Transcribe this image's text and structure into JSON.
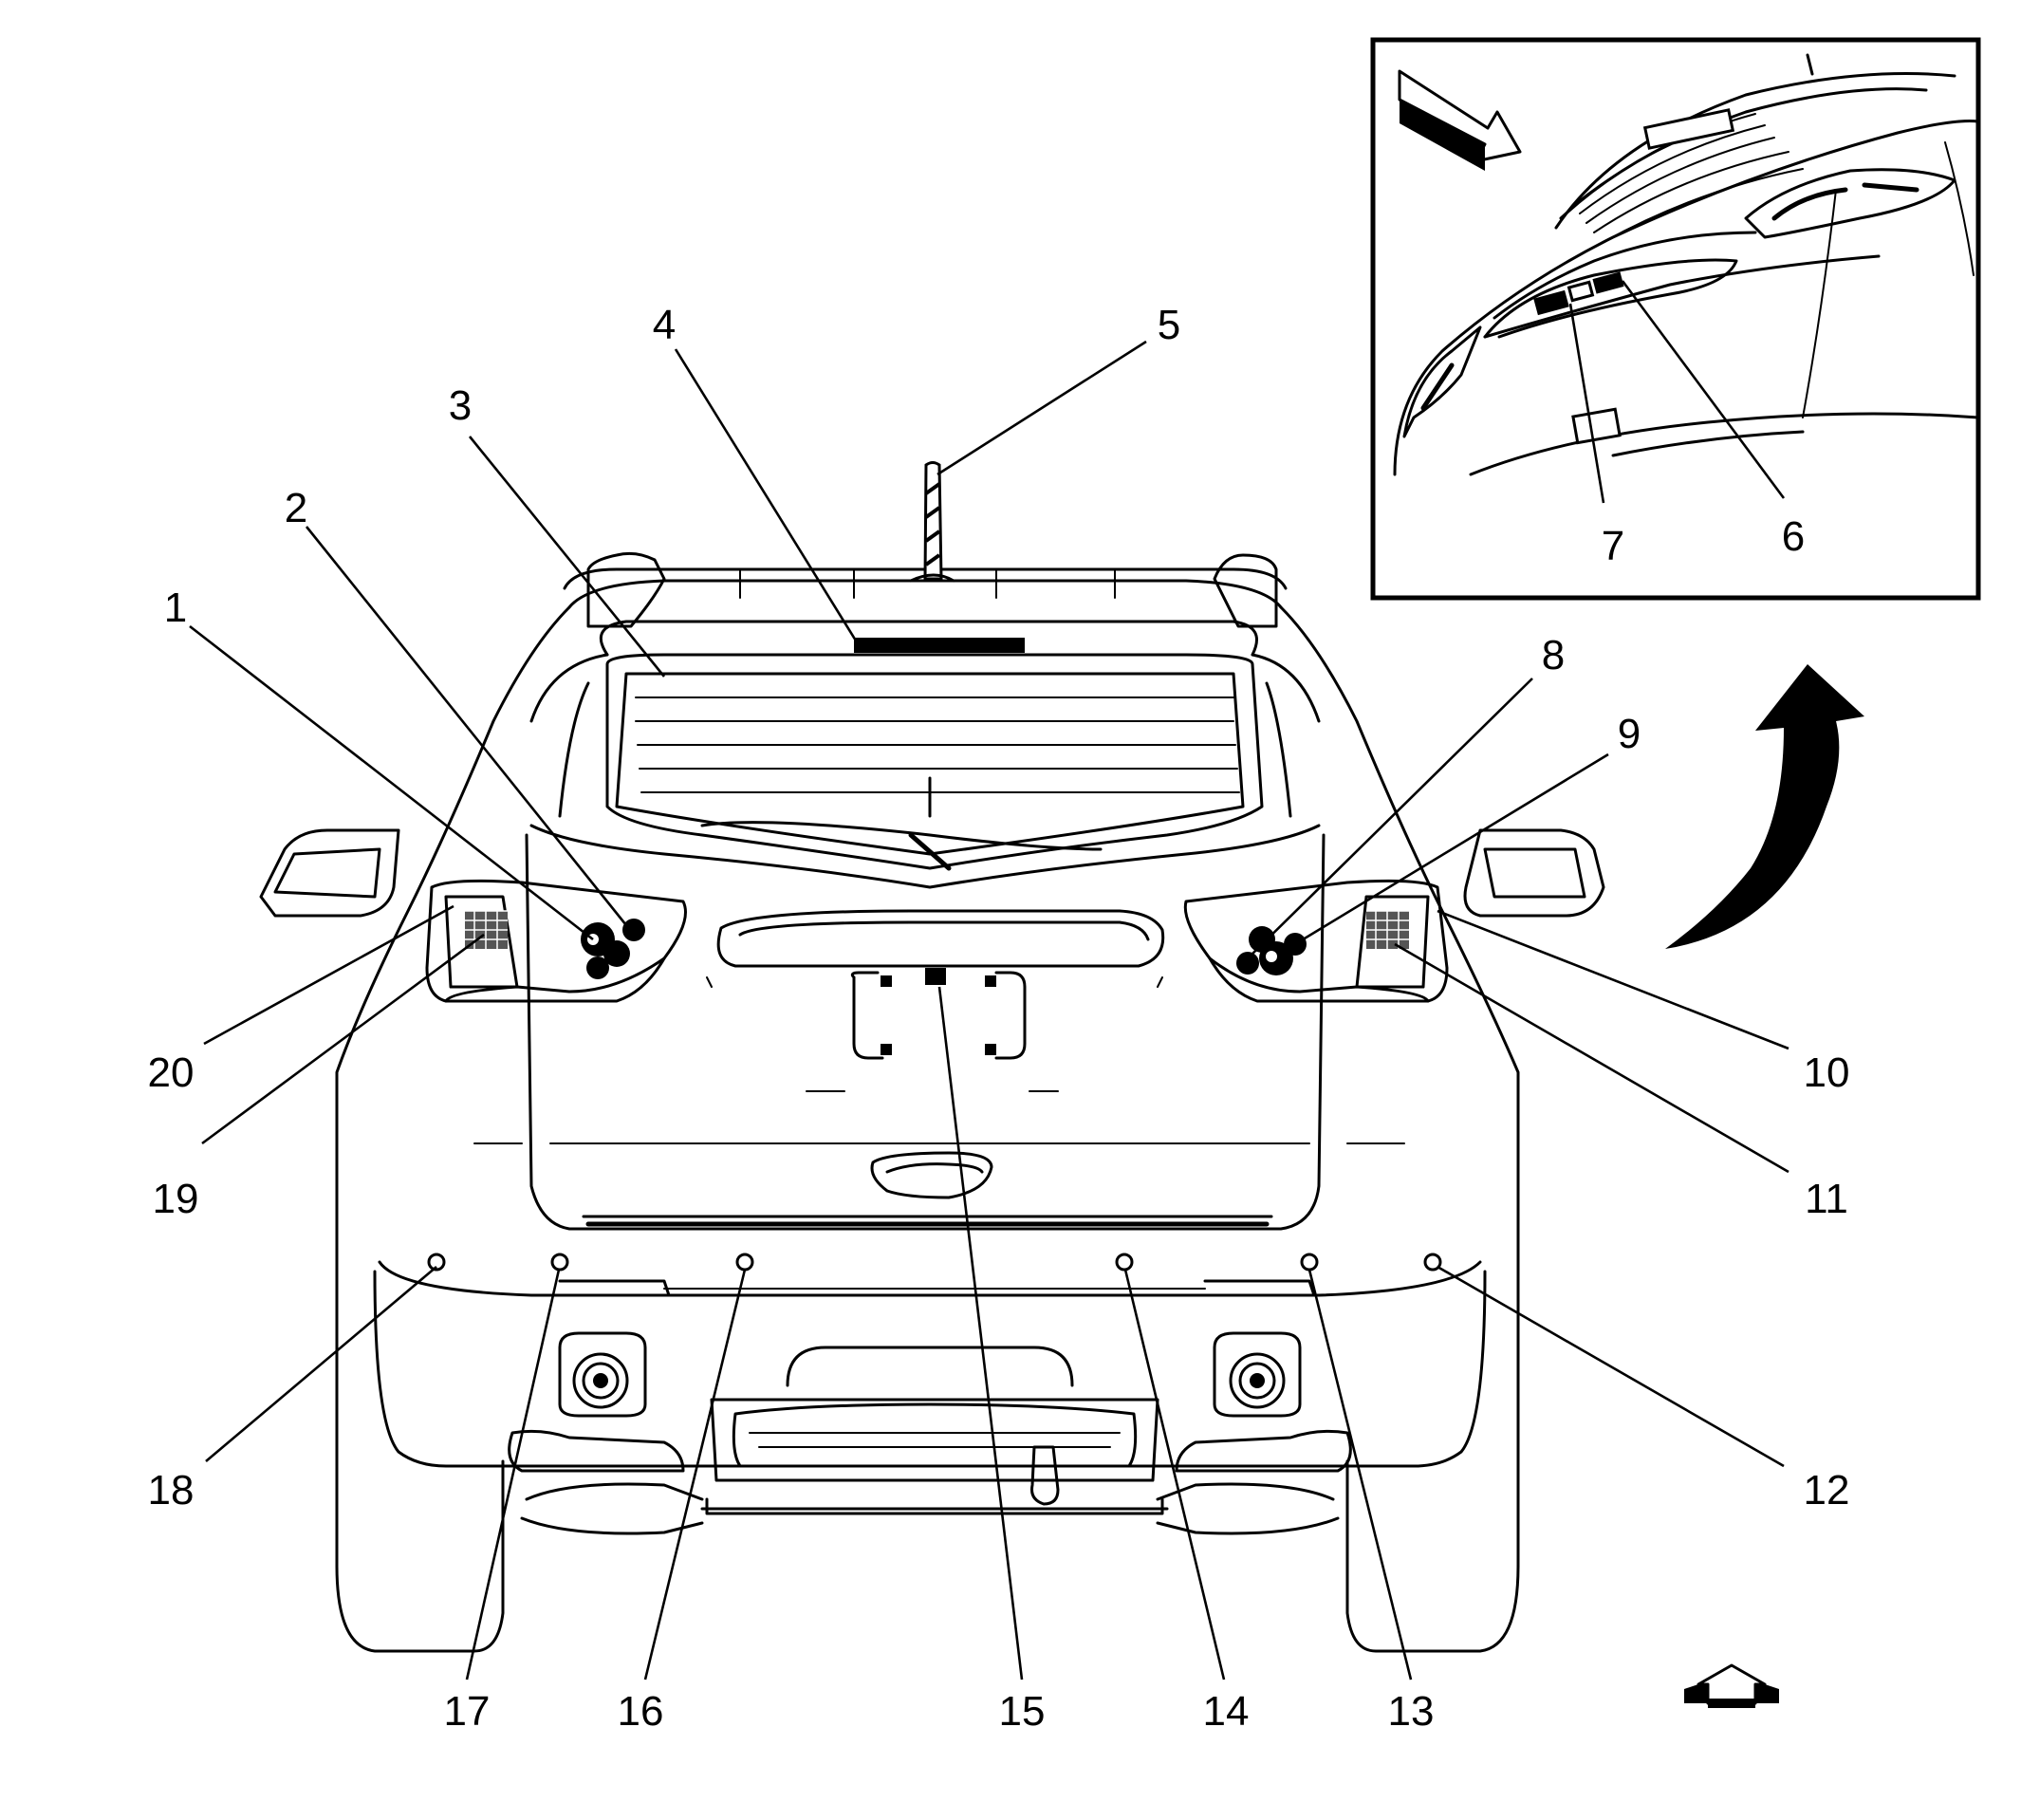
{
  "callouts": [
    {
      "id": "1",
      "label": "1"
    },
    {
      "id": "2",
      "label": "2"
    },
    {
      "id": "3",
      "label": "3"
    },
    {
      "id": "4",
      "label": "4"
    },
    {
      "id": "5",
      "label": "5"
    },
    {
      "id": "6",
      "label": "6"
    },
    {
      "id": "7",
      "label": "7"
    },
    {
      "id": "8",
      "label": "8"
    },
    {
      "id": "9",
      "label": "9"
    },
    {
      "id": "10",
      "label": "10"
    },
    {
      "id": "11",
      "label": "11"
    },
    {
      "id": "12",
      "label": "12"
    },
    {
      "id": "13",
      "label": "13"
    },
    {
      "id": "14",
      "label": "14"
    },
    {
      "id": "15",
      "label": "15"
    },
    {
      "id": "16",
      "label": "16"
    },
    {
      "id": "17",
      "label": "17"
    },
    {
      "id": "18",
      "label": "18"
    },
    {
      "id": "19",
      "label": "19"
    },
    {
      "id": "20",
      "label": "20"
    }
  ],
  "colors": {
    "line": "#000000",
    "background": "#ffffff"
  },
  "icons": {
    "view_direction": "view-direction-arrow-icon",
    "forward": "forward-arrow-icon",
    "rotate": "curved-arrow-icon"
  }
}
